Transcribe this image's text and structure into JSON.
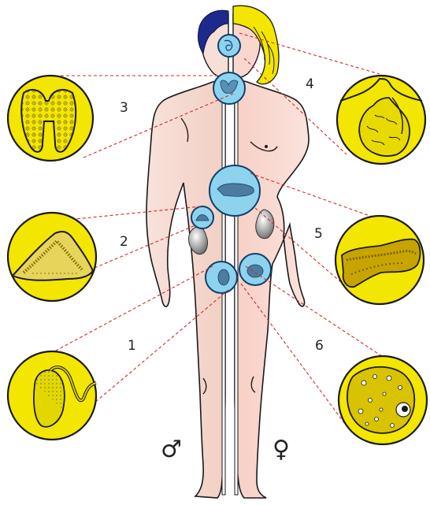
{
  "labels": {
    "n1": "1",
    "n2": "2",
    "n3": "3",
    "n4": "4",
    "n5": "5",
    "n6": "6",
    "male_symbol": "♂",
    "female_symbol": "♀"
  },
  "colors": {
    "leader_line": "#d42a2a",
    "detail_fill": "#f3e600",
    "organ_marker": "#8ed3ee",
    "skin_male": "#f6dfd6",
    "skin_female": "#f9d7cf",
    "hair_male": "#1d2a8c",
    "hair_female": "#f3e600"
  },
  "icons": [
    "thyroid-detail-icon",
    "pituitary-detail-icon",
    "adrenal-detail-icon",
    "pancreas-detail-icon",
    "testis-detail-icon",
    "ovary-detail-icon"
  ]
}
